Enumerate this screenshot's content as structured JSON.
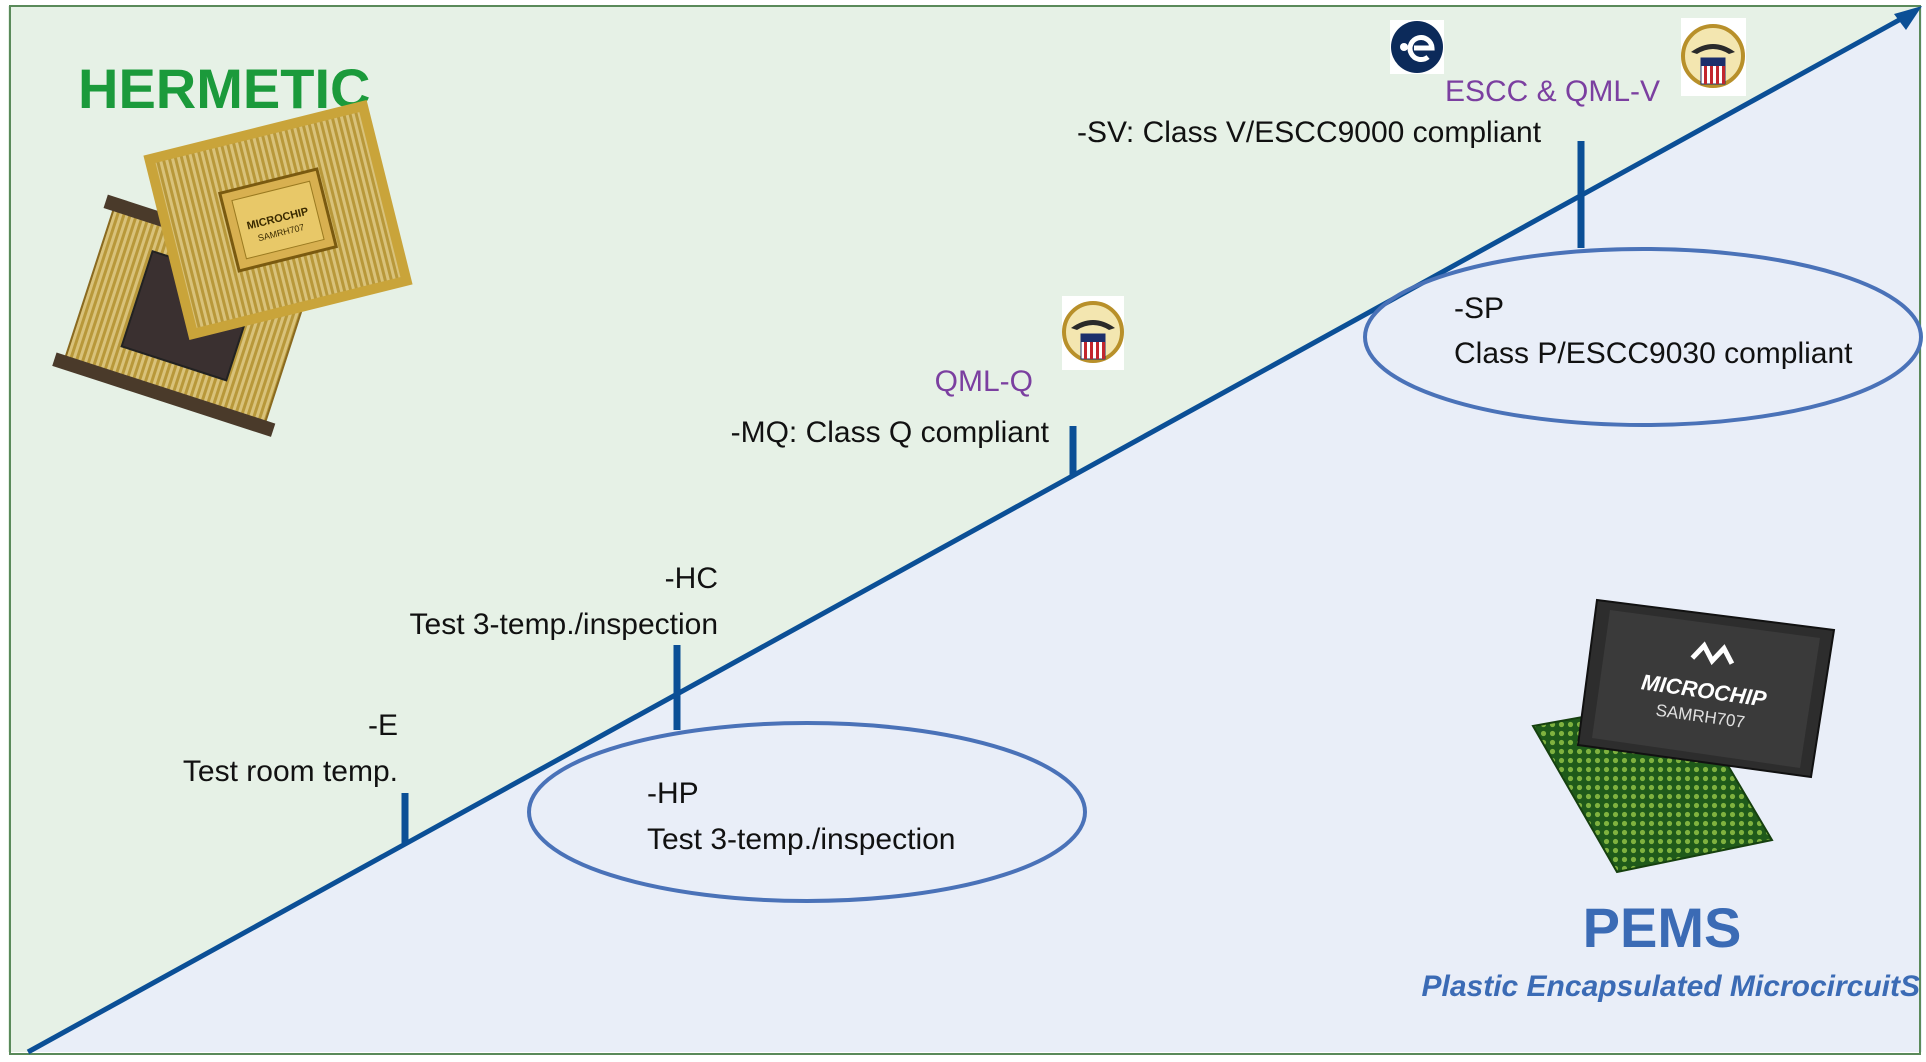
{
  "colors": {
    "hermetic_bg": "#e6f1e6",
    "pems_bg": "#e9eef8",
    "axis": "#0b4f96",
    "hermetic_title": "#1b9a3b",
    "pems_title": "#3b6bb5",
    "qualification": "#7b3fa0",
    "ellipse_stroke": "#4a72b8",
    "text": "#111111"
  },
  "hermetic": {
    "title": "HERMETIC",
    "package_brand": "MICROCHIP",
    "package_part": "SAMRH707"
  },
  "pems": {
    "title": "PEMS",
    "subtitle": "Plastic Encapsulated MicrocircuitS",
    "chip_brand": "MICROCHIP",
    "chip_part": "SAMRH707"
  },
  "hermetic_grades": [
    {
      "code": "-E",
      "description": "Test room temp."
    },
    {
      "code": "-HC",
      "description": "Test 3-temp./inspection"
    },
    {
      "code": "-MQ: Class Q compliant",
      "description": "",
      "qualification": "QML-Q"
    },
    {
      "code": "-SV: Class V/ESCC9000 compliant",
      "description": "",
      "qualification": "ESCC & QML-V"
    }
  ],
  "pems_grades": [
    {
      "code": "-HP",
      "description": "Test 3-temp./inspection"
    },
    {
      "code": "-SP",
      "description": "Class P/ESCC9030 compliant"
    }
  ],
  "icons": {
    "esa": "esa-logo-icon",
    "dla": "dla-seal-icon"
  }
}
